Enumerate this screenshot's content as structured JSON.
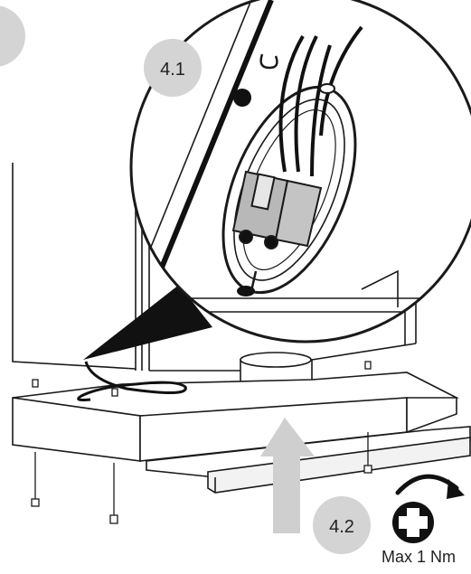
{
  "steps": {
    "step_1": "4.1",
    "step_2": "4.2"
  },
  "torque": {
    "label": "Max 1 Nm"
  },
  "colors": {
    "line": "#1a1a1a",
    "badge": "#d4d4d4",
    "arrow": "#cfcfcf",
    "connector": "#b8b8b8",
    "wire": "#111111"
  },
  "icons": {
    "rotate": "clockwise-arrow-icon",
    "screw": "cross-screw-icon"
  }
}
